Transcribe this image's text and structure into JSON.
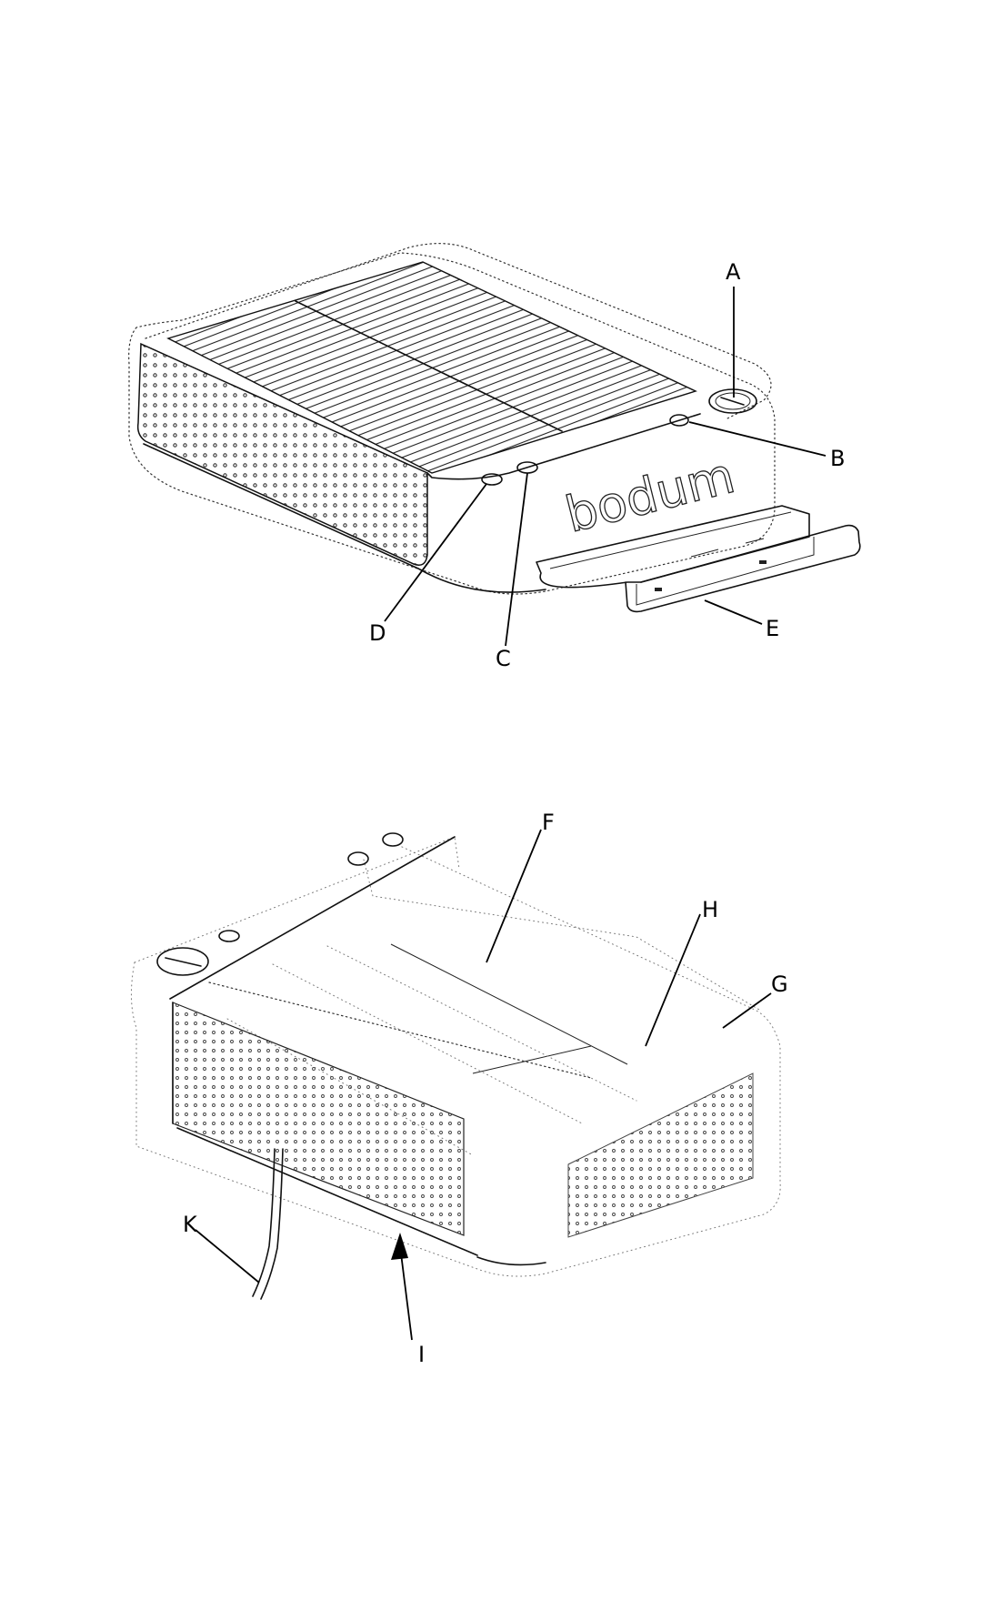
{
  "figure_top": {
    "brand_text": "bodum",
    "callouts": {
      "A": "A",
      "B": "B",
      "C": "C",
      "D": "D",
      "E": "E"
    }
  },
  "figure_bottom": {
    "callouts": {
      "F": "F",
      "G": "G",
      "H": "H",
      "I": "I",
      "K": "K"
    }
  }
}
